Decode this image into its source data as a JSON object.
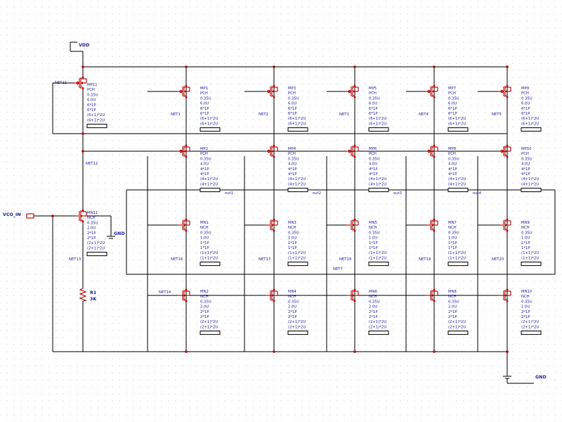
{
  "power": {
    "vdd": "VDD",
    "gnd_bias": "GND",
    "gnd_main": "GND"
  },
  "input": {
    "port": "VCO_IN"
  },
  "resistor": {
    "ref": "R1",
    "value": "3K"
  },
  "bias_pmos": {
    "name": "MP11",
    "type": "PCH",
    "params": [
      "0.35U",
      "6.0U",
      "6*1P",
      "6*1P",
      "(6+1)*2U",
      "(6+1)*2U"
    ]
  },
  "bias_nmos": {
    "name": "MN11",
    "type": "NCH",
    "params": [
      "0.35U",
      "2.0U",
      "2*1P",
      "2*1P",
      "(2+1)*2U",
      "(2+1)*2U"
    ]
  },
  "bias_nets": [
    "NET11",
    "NET12",
    "NET13",
    "NET14"
  ],
  "stages": [
    {
      "top": {
        "name": "MP1",
        "type": "PCH",
        "params": [
          "0.35U",
          "6.0U",
          "6*1P",
          "6*1P",
          "(6+1)*2U",
          "(6+1)*2U"
        ]
      },
      "mid": {
        "name": "MP2",
        "type": "PCH",
        "params": [
          "0.35U",
          "4.0U",
          "4*1P",
          "4*1P",
          "(4+1)*2U",
          "(4+1)*2U"
        ]
      },
      "inv": {
        "name": "MN1",
        "type": "NCH",
        "params": [
          "0.35U",
          "1.0U",
          "1*1P",
          "1*1P",
          "(1+1)*2U",
          "(1+1)*2U"
        ]
      },
      "bot": {
        "name": "MN2",
        "type": "NCH",
        "params": [
          "0.35U",
          "2.0U",
          "2*1P",
          "2*1P",
          "(2+1)*2U",
          "(2+1)*2U"
        ]
      },
      "net_top": "NET1",
      "net_mid": "NET16",
      "out": "out1"
    },
    {
      "top": {
        "name": "MP3",
        "type": "PCH",
        "params": [
          "0.35U",
          "6.0U",
          "6*1P",
          "6*1P",
          "(6+1)*2U",
          "(6+1)*2U"
        ]
      },
      "mid": {
        "name": "MP4",
        "type": "PCH",
        "params": [
          "0.35U",
          "4.0U",
          "4*1P",
          "4*1P",
          "(4+1)*2U",
          "(4+1)*2U"
        ]
      },
      "inv": {
        "name": "MN3",
        "type": "NCH",
        "params": [
          "0.35U",
          "1.0U",
          "1*1P",
          "1*1P",
          "(1+1)*2U",
          "(1+1)*2U"
        ]
      },
      "bot": {
        "name": "MN4",
        "type": "NCH",
        "params": [
          "0.35U",
          "2.0U",
          "2*1P",
          "2*1P",
          "(2+1)*2U",
          "(2+1)*2U"
        ]
      },
      "net_top": "NET2",
      "net_mid": "NET17",
      "out": "out2"
    },
    {
      "top": {
        "name": "MP5",
        "type": "PCH",
        "params": [
          "0.35U",
          "6.0U",
          "6*1P",
          "6*1P",
          "(6+1)*2U",
          "(6+1)*2U"
        ]
      },
      "mid": {
        "name": "MP6",
        "type": "PCH",
        "params": [
          "0.35U",
          "4.0U",
          "4*1P",
          "4*1P",
          "(4+1)*2U",
          "(4+1)*2U"
        ]
      },
      "inv": {
        "name": "MN5",
        "type": "NCH",
        "params": [
          "0.35U",
          "1.0U",
          "1*1P",
          "1*1P",
          "(1+1)*2U",
          "(1+1)*2U"
        ]
      },
      "bot": {
        "name": "MN6",
        "type": "NCH",
        "params": [
          "0.35U",
          "2.0U",
          "2*1P",
          "2*1P",
          "(2+1)*2U",
          "(2+1)*2U"
        ]
      },
      "net_top": "NET3",
      "net_mid": "NET18",
      "out": "out3"
    },
    {
      "top": {
        "name": "MP7",
        "type": "PCH",
        "params": [
          "0.35U",
          "6.0U",
          "6*1P",
          "6*1P",
          "(6+1)*2U",
          "(6+1)*2U"
        ]
      },
      "mid": {
        "name": "MP8",
        "type": "PCH",
        "params": [
          "0.35U",
          "4.0U",
          "4*1P",
          "4*1P",
          "(4+1)*2U",
          "(4+1)*2U"
        ]
      },
      "inv": {
        "name": "MN7",
        "type": "NCH",
        "params": [
          "0.35U",
          "1.0U",
          "1*1P",
          "1*1P",
          "(1+1)*2U",
          "(1+1)*2U"
        ]
      },
      "bot": {
        "name": "MN8",
        "type": "NCH",
        "params": [
          "0.35U",
          "2.0U",
          "2*1P",
          "2*1P",
          "(2+1)*2U",
          "(2+1)*2U"
        ]
      },
      "net_top": "NET4",
      "net_mid": "NET19",
      "out": "out4"
    },
    {
      "top": {
        "name": "MP9",
        "type": "PCH",
        "params": [
          "0.35U",
          "6.0U",
          "6*1P",
          "6*1P",
          "(6+1)*2U",
          "(6+1)*2U"
        ]
      },
      "mid": {
        "name": "MP10",
        "type": "PCH",
        "params": [
          "0.35U",
          "4.0U",
          "4*1P",
          "4*1P",
          "(4+1)*2U",
          "(4+1)*2U"
        ]
      },
      "inv": {
        "name": "MN9",
        "type": "NCH",
        "params": [
          "0.35U",
          "1.0U",
          "1*1P",
          "1*1P",
          "(1+1)*2U",
          "(1+1)*2U"
        ]
      },
      "bot": {
        "name": "MN10",
        "type": "NCH",
        "params": [
          "0.35U",
          "2.0U",
          "2*1P",
          "2*1P",
          "(2+1)*2U",
          "(2+1)*2U"
        ]
      },
      "net_top": "NET5",
      "net_mid": "NET20",
      "out": ""
    }
  ],
  "feedback_net": "NET7",
  "colors": {
    "device": "#b40000",
    "wire": "#000000",
    "text": "#1e1e9e"
  }
}
